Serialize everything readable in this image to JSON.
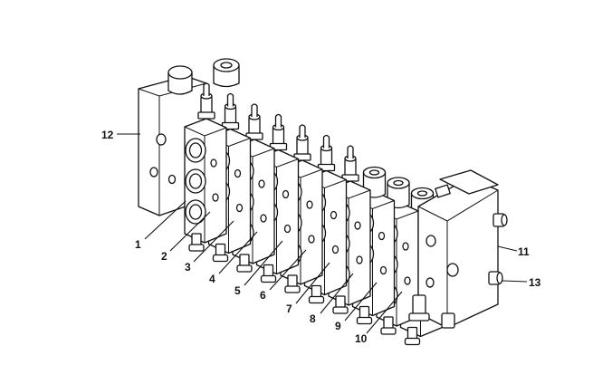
{
  "diagram": {
    "callouts": [
      {
        "id": "1",
        "label": "1"
      },
      {
        "id": "2",
        "label": "2"
      },
      {
        "id": "3",
        "label": "3"
      },
      {
        "id": "4",
        "label": "4"
      },
      {
        "id": "5",
        "label": "5"
      },
      {
        "id": "6",
        "label": "6"
      },
      {
        "id": "7",
        "label": "7"
      },
      {
        "id": "8",
        "label": "8"
      },
      {
        "id": "9",
        "label": "9"
      },
      {
        "id": "10",
        "label": "10"
      },
      {
        "id": "11",
        "label": "11"
      },
      {
        "id": "12",
        "label": "12"
      },
      {
        "id": "13",
        "label": "13"
      }
    ],
    "colors": {
      "ink": "#111111",
      "background": "#ffffff"
    }
  }
}
